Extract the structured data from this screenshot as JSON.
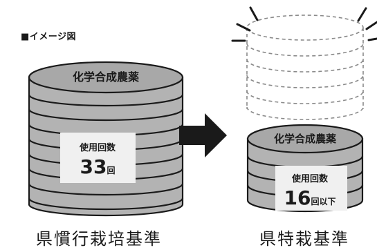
{
  "legend_label": "■イメージ図",
  "left_stack": {
    "top_label": "化学合成農薬",
    "card_title": "使用回数",
    "count_number": "33",
    "count_suffix": "回",
    "caption": "県慣行栽培基準"
  },
  "right_stack": {
    "top_label": "化学合成農薬",
    "card_title": "使用回数",
    "count_number": "16",
    "count_suffix": "回以下",
    "caption": "県特栽基準"
  },
  "colors": {
    "disk_fill": "#b3b3b3",
    "disk_top": "#a3a3a3",
    "stroke": "#1a1a1a",
    "card_fill": "#f0f0f0",
    "dashed_stroke": "#8a8a8a",
    "arrow": "#1a1a1a"
  }
}
